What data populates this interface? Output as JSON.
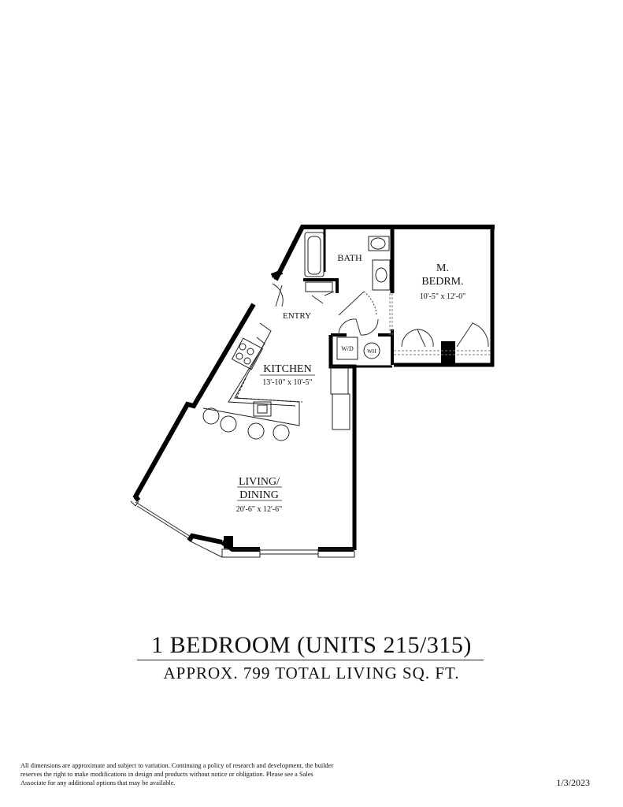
{
  "rooms": {
    "bath": {
      "name": "BATH"
    },
    "master_bedroom": {
      "name_line1": "M.",
      "name_line2": "BEDRM.",
      "dimensions": "10'-5\" x 12'-0\""
    },
    "entry": {
      "name": "ENTRY"
    },
    "kitchen": {
      "name": "KITCHEN",
      "dimensions": "13'-10\" x 10'-5\""
    },
    "living_dining": {
      "name_line1": "LIVING/",
      "name_line2": "DINING",
      "dimensions": "20'-6\" x 12'-6\""
    },
    "laundry": {
      "washer_dryer": "W/D",
      "water_heater": "WH"
    }
  },
  "title": {
    "main": "1 BEDROOM (UNITS 215/315)",
    "sub": "APPROX. 799 TOTAL LIVING SQ. FT."
  },
  "disclaimer": "All dimensions are approximate and subject to variation.  Continuing a policy of research and development, the builder reserves the right to make modifications in design and products without notice or obligation.  Please see a Sales Associate for any additional options that may be available.",
  "date": "1/3/2023"
}
